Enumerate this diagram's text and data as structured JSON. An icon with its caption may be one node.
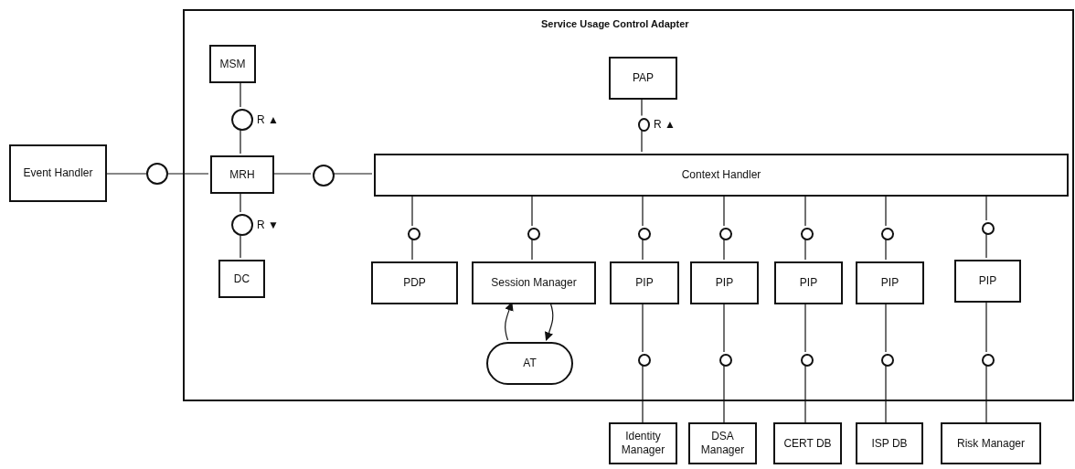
{
  "diagram": {
    "nodes": [
      {
        "text": [
          "Service Usage Control Adapter"
        ]
      },
      {
        "text": [
          "Event Handler"
        ]
      },
      {
        "text": [],
        "shape": "circle"
      },
      {
        "text": [
          "MSM"
        ],
        "in": 0
      },
      {
        "text": [],
        "shape": "circle",
        "in": 0,
        "beside": [
          "R ▲"
        ]
      },
      {
        "text": [
          "MRH"
        ],
        "in": 0
      },
      {
        "text": [],
        "shape": "circle",
        "in": 0,
        "beside": [
          "R ▼"
        ]
      },
      {
        "text": [
          "DC"
        ],
        "in": 0
      },
      {
        "text": [],
        "shape": "circle",
        "in": 0
      },
      {
        "text": [
          "PAP"
        ],
        "in": 0
      },
      {
        "text": [],
        "shape": "circle",
        "in": 0,
        "beside": [
          "R ▲"
        ]
      },
      {
        "text": [
          "Context Handler"
        ],
        "in": 0
      },
      {
        "text": [],
        "shape": "circle",
        "in": 0
      },
      {
        "text": [],
        "shape": "circle",
        "in": 0
      },
      {
        "text": [],
        "shape": "circle",
        "in": 0
      },
      {
        "text": [],
        "shape": "circle",
        "in": 0
      },
      {
        "text": [],
        "shape": "circle",
        "in": 0
      },
      {
        "text": [],
        "shape": "circle",
        "in": 0
      },
      {
        "text": [],
        "shape": "circle",
        "in": 0
      },
      {
        "text": [
          "PDP"
        ],
        "in": 0
      },
      {
        "text": [
          "Session Manager"
        ],
        "in": 0
      },
      {
        "text": [
          "PIP"
        ],
        "in": 0
      },
      {
        "text": [
          "PIP"
        ],
        "in": 0
      },
      {
        "text": [
          "PIP"
        ],
        "in": 0
      },
      {
        "text": [
          "PIP"
        ],
        "in": 0
      },
      {
        "text": [
          "PIP"
        ],
        "in": 0
      },
      {
        "text": [
          "AT"
        ],
        "in": 0
      },
      {
        "text": [],
        "shape": "circle",
        "in": 0
      },
      {
        "text": [],
        "shape": "circle",
        "in": 0
      },
      {
        "text": [],
        "shape": "circle",
        "in": 0
      },
      {
        "text": [],
        "shape": "circle",
        "in": 0
      },
      {
        "text": [],
        "shape": "circle",
        "in": 0
      },
      {
        "text": [
          "Identity Manager"
        ]
      },
      {
        "text": [
          "DSA Manager"
        ]
      },
      {
        "text": [
          "CERT DB"
        ]
      },
      {
        "text": [
          "ISP DB"
        ]
      },
      {
        "text": [
          "Risk Manager"
        ]
      }
    ],
    "edges": [
      {
        "from": 1,
        "to": 2,
        "arrow": "none"
      },
      {
        "from": 2,
        "to": 5,
        "arrow": "none"
      },
      {
        "from": 3,
        "to": 4,
        "arrow": "none"
      },
      {
        "from": 4,
        "to": 5,
        "arrow": "none"
      },
      {
        "from": 5,
        "to": 6,
        "arrow": "none"
      },
      {
        "from": 6,
        "to": 7,
        "arrow": "none"
      },
      {
        "from": 5,
        "to": 8,
        "arrow": "none"
      },
      {
        "from": 8,
        "to": 11,
        "arrow": "none"
      },
      {
        "from": 9,
        "to": 10,
        "arrow": "none"
      },
      {
        "from": 10,
        "to": 11,
        "arrow": "none"
      },
      {
        "from": 11,
        "to": 12,
        "arrow": "none"
      },
      {
        "from": 11,
        "to": 13,
        "arrow": "none"
      },
      {
        "from": 11,
        "to": 14,
        "arrow": "none"
      },
      {
        "from": 11,
        "to": 15,
        "arrow": "none"
      },
      {
        "from": 11,
        "to": 16,
        "arrow": "none"
      },
      {
        "from": 11,
        "to": 17,
        "arrow": "none"
      },
      {
        "from": 11,
        "to": 18,
        "arrow": "none"
      },
      {
        "from": 12,
        "to": 19,
        "arrow": "none"
      },
      {
        "from": 13,
        "to": 20,
        "arrow": "none"
      },
      {
        "from": 14,
        "to": 21,
        "arrow": "none"
      },
      {
        "from": 15,
        "to": 22,
        "arrow": "none"
      },
      {
        "from": 16,
        "to": 23,
        "arrow": "none"
      },
      {
        "from": 17,
        "to": 24,
        "arrow": "none"
      },
      {
        "from": 18,
        "to": 25,
        "arrow": "none"
      },
      {
        "from": 20,
        "to": 26,
        "arrow": "to"
      },
      {
        "from": 26,
        "to": 20,
        "arrow": "to"
      },
      {
        "from": 21,
        "to": 27,
        "arrow": "none"
      },
      {
        "from": 22,
        "to": 28,
        "arrow": "none"
      },
      {
        "from": 23,
        "to": 29,
        "arrow": "none"
      },
      {
        "from": 24,
        "to": 30,
        "arrow": "none"
      },
      {
        "from": 25,
        "to": 31,
        "arrow": "none"
      },
      {
        "from": 27,
        "to": 32,
        "arrow": "none"
      },
      {
        "from": 28,
        "to": 33,
        "arrow": "none"
      },
      {
        "from": 29,
        "to": 34,
        "arrow": "none"
      },
      {
        "from": 30,
        "to": 35,
        "arrow": "none"
      },
      {
        "from": 31,
        "to": 36,
        "arrow": "none"
      }
    ]
  }
}
